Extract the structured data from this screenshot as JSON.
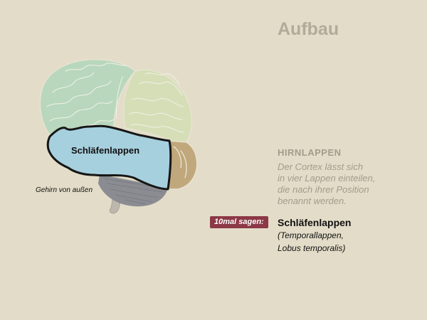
{
  "colors": {
    "background": "#e3dcc8",
    "title": "#b3ab99",
    "heading": "#a49c8b",
    "body_text": "#a49c8b",
    "badge_bg": "#8c3846",
    "badge_text": "#ffffff",
    "frontal": "#b8d7bd",
    "parietal": "#d5deb7",
    "occipital": "#c0a87c",
    "temporal": "#a7d0de",
    "cerebellum": "#8a8c92",
    "stem": "#bdb7ad",
    "outline": "#161616",
    "text_dark": "#111111"
  },
  "page": {
    "title": "Aufbau"
  },
  "brain": {
    "lobe_label": "Schläfenlappen",
    "caption": "Gehirn von außen"
  },
  "section": {
    "heading": "HIRNLAPPEN",
    "lines": [
      "Der Cortex lässt sich",
      "in vier Lappen einteilen,",
      "die nach ihrer Position",
      "benannt werden."
    ]
  },
  "practice": {
    "badge": "10mal sagen:",
    "term": "Schläfenlappen",
    "synonyms": [
      "(Temporallappen,",
      "Lobus temporalis)"
    ]
  }
}
